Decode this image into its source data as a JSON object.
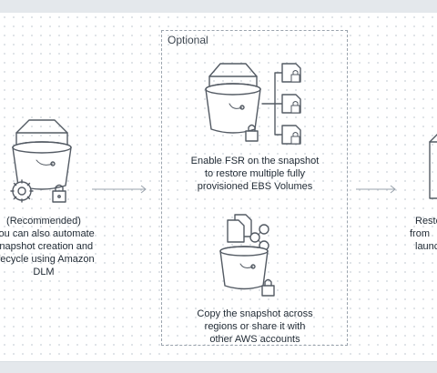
{
  "optional_label": "Optional",
  "left_caption": [
    "(Recommended)",
    "You can also automate",
    "snapshot creation and",
    "lifecycle using Amazon",
    "DLM"
  ],
  "fsr_caption": [
    "Enable FSR on the snapshot",
    "to restore multiple fully",
    "provisioned EBS Volumes"
  ],
  "copy_caption": [
    "Copy the snapshot across",
    "regions or share it with",
    "other AWS accounts"
  ],
  "right_caption": [
    "Resto",
    "from",
    "launc"
  ],
  "icons": {
    "left": "bucket-gear-lock-icon",
    "fsr": "bucket-files-lock-icon",
    "copy": "bucket-share-lock-icon",
    "right": "volume-icon"
  }
}
